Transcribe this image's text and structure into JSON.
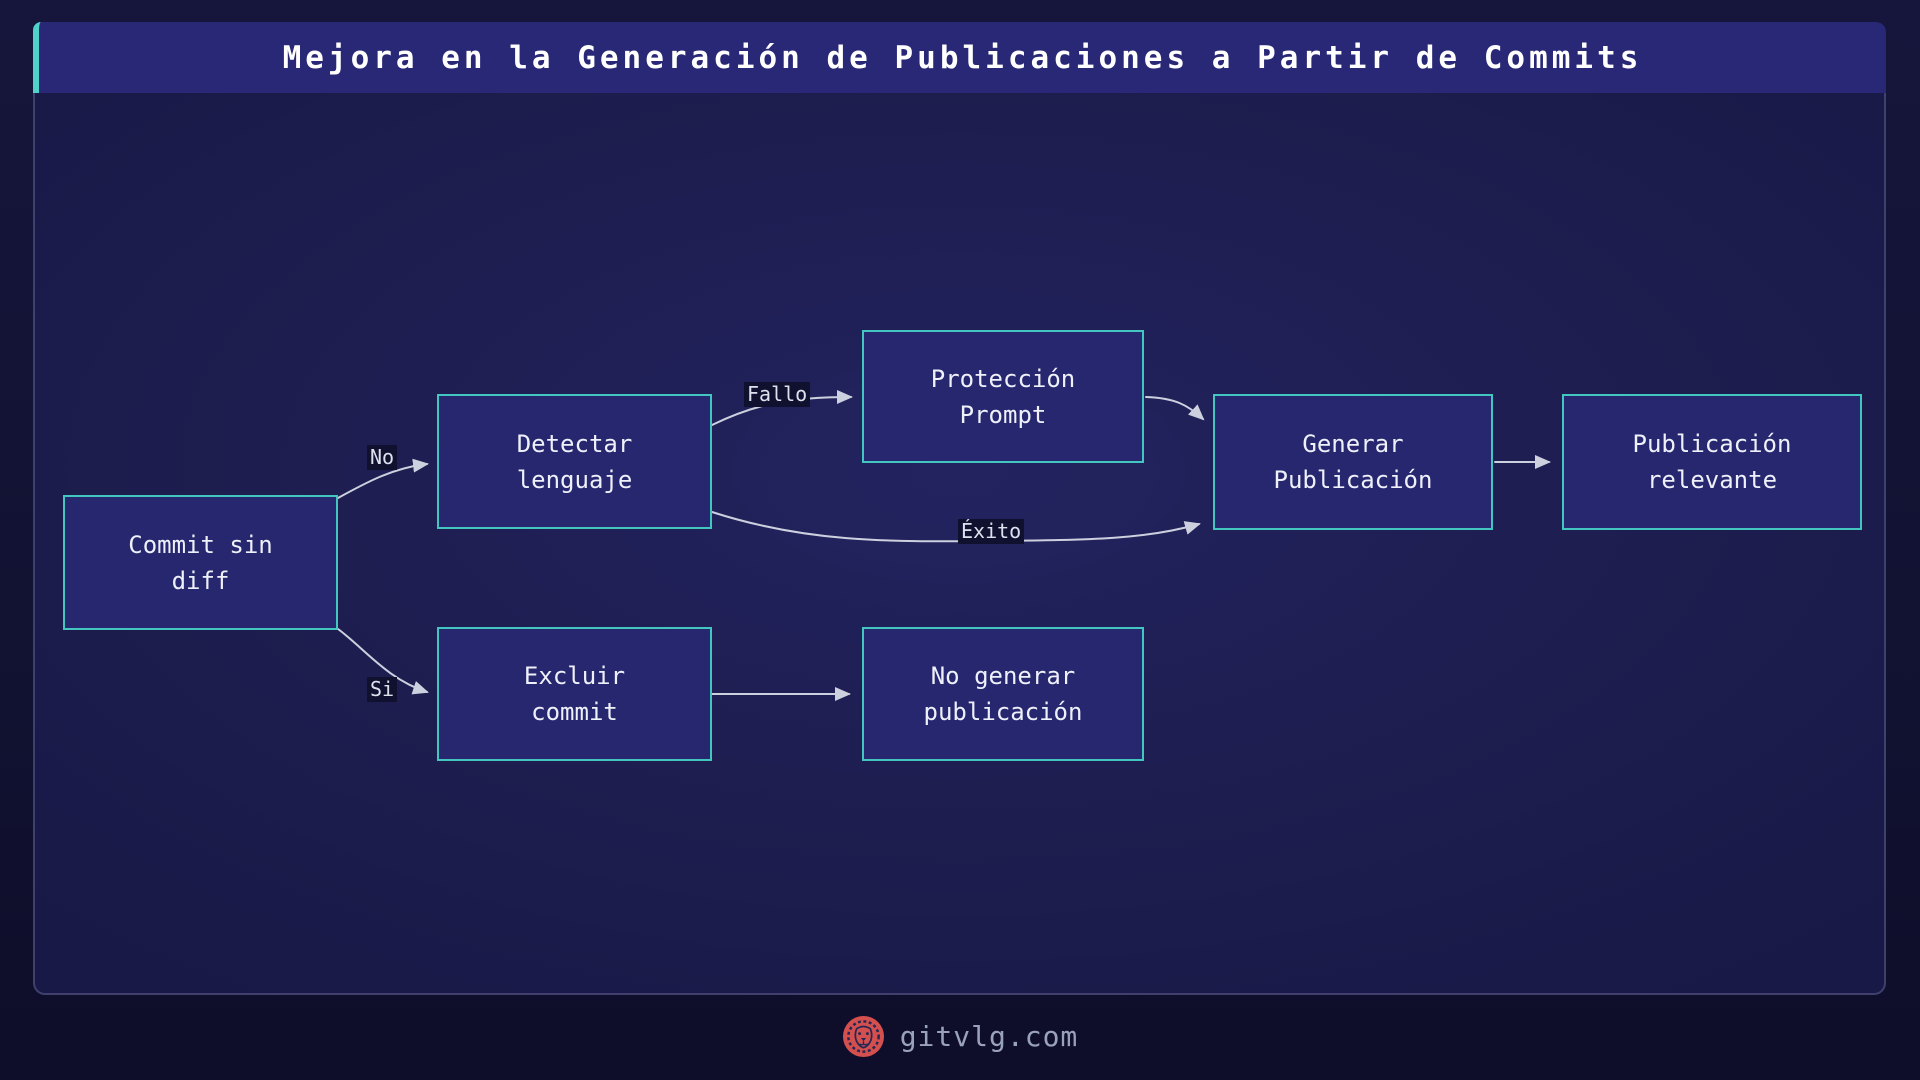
{
  "header": {
    "title": "Mejora en la Generación de Publicaciones a Partir de Commits"
  },
  "diagram": {
    "type": "flowchart",
    "nodes": [
      {
        "id": "commit-sin-diff",
        "label": "Commit sin diff",
        "lines": [
          "Commit sin",
          "diff"
        ]
      },
      {
        "id": "detectar-lenguaje",
        "label": "Detectar lenguaje",
        "lines": [
          "Detectar",
          "lenguaje"
        ]
      },
      {
        "id": "excluir-commit",
        "label": "Excluir commit",
        "lines": [
          "Excluir",
          "commit"
        ]
      },
      {
        "id": "proteccion-prompt",
        "label": "Protección Prompt",
        "lines": [
          "Protección",
          "Prompt"
        ]
      },
      {
        "id": "no-generar-publicacion",
        "label": "No generar publicación",
        "lines": [
          "No generar",
          "publicación"
        ]
      },
      {
        "id": "generar-publicacion",
        "label": "Generar Publicación",
        "lines": [
          "Generar",
          "Publicación"
        ]
      },
      {
        "id": "publicacion-relevante",
        "label": "Publicación relevante",
        "lines": [
          "Publicación",
          "relevante"
        ]
      }
    ],
    "edges": [
      {
        "from": "commit-sin-diff",
        "to": "detectar-lenguaje",
        "label": "No"
      },
      {
        "from": "commit-sin-diff",
        "to": "excluir-commit",
        "label": "Si"
      },
      {
        "from": "detectar-lenguaje",
        "to": "proteccion-prompt",
        "label": "Fallo"
      },
      {
        "from": "detectar-lenguaje",
        "to": "generar-publicacion",
        "label": "Éxito"
      },
      {
        "from": "proteccion-prompt",
        "to": "generar-publicacion",
        "label": ""
      },
      {
        "from": "generar-publicacion",
        "to": "publicacion-relevante",
        "label": ""
      },
      {
        "from": "excluir-commit",
        "to": "no-generar-publicacion",
        "label": ""
      }
    ]
  },
  "footer": {
    "brand": "gitvlg.com",
    "logo": "lion-icon"
  },
  "colors": {
    "accent_cyan": "#4ed2ca",
    "node_border": "#43c6c0",
    "node_fill": "#27276f",
    "header_bg": "#282877",
    "panel_bg": "#1d1d4f",
    "page_bg": "#121233",
    "edge_line": "#cdd0de",
    "edge_label_bg": "#10102f",
    "edge_label_text": "#dde1ee",
    "logo_red": "#d4504e",
    "brand_text": "#9aa1bd",
    "title_text": "#ffffff"
  }
}
